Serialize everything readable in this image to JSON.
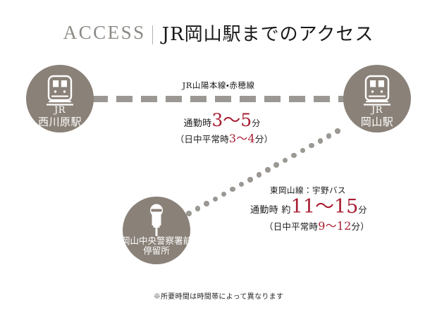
{
  "title": {
    "en": "ACCESS",
    "divider": "|",
    "ja": "JR岡山駅までのアクセス"
  },
  "colors": {
    "node_fill": "#8a8178",
    "line_gray": "#9b9893",
    "accent_red": "#a81e32",
    "title_gray": "#8d8a86",
    "text_dark": "#1c1a1c",
    "background": "#ffffff"
  },
  "nodes": [
    {
      "id": "nishigawara-station",
      "icon": "train-icon",
      "line1": "JR",
      "line2": "西川原駅"
    },
    {
      "id": "okayama-station",
      "icon": "train-icon",
      "line1": "JR",
      "line2": "岡山駅"
    },
    {
      "id": "okayama-chuo-keisatsusho-mae-bus-stop",
      "icon": "bus-stop-icon",
      "line1": "岡山中央警察署前",
      "line2": "停留所"
    }
  ],
  "rail_route": {
    "name": "JR山陽本線・赤穂線",
    "commute_prefix": "通勤時",
    "commute_value": "3〜5",
    "commute_unit": "分",
    "daytime_open": "（日中平常時",
    "daytime_value": "3〜4",
    "daytime_unit": "分）"
  },
  "bus_route": {
    "name": "東岡山線：宇野バス",
    "commute_prefix": "通勤時 約",
    "commute_value": "11〜15",
    "commute_unit": "分",
    "daytime_open": "（日中平常時",
    "daytime_value": "9〜12",
    "daytime_unit": "分）"
  },
  "footnote": "※所要時間は時間帯によって異なります"
}
